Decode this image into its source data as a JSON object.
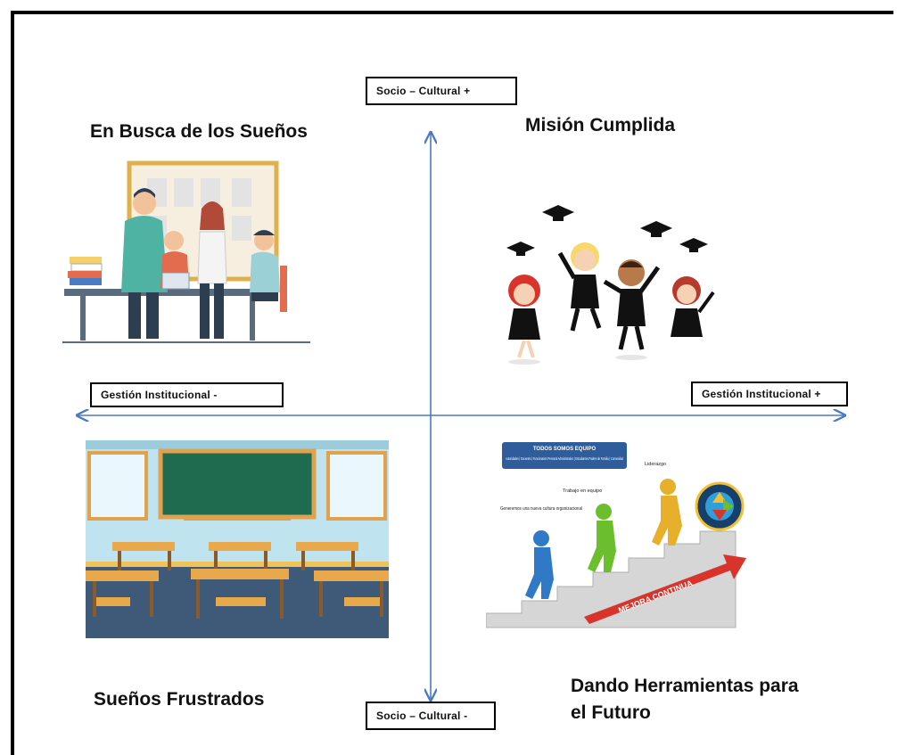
{
  "axes": {
    "top": "Socio – Cultural +",
    "bottom": "Socio – Cultural -",
    "left": "Gestión Institucional -",
    "right": "Gestión Institucional +"
  },
  "quadrants": {
    "top_left": "En Busca de los Sueños",
    "top_right": "Misión Cumplida",
    "bottom_left": "Sueños Frustrados",
    "bottom_right_line1": "Dando Herramientas para",
    "bottom_right_line2": "el Futuro"
  },
  "illustrations": {
    "team_meeting": "team-meeting-illustration",
    "graduates": "graduates-illustration",
    "classroom": "empty-classroom-illustration",
    "stairs": "improvement-stairs-illustration",
    "stairs_banner_title": "TODOS SOMOS EQUIPO",
    "stairs_banner_text": "Autoridades | Docentes | Funcionarios Personal Administrativo | Estudiantes Padres de Familia | Comunidad",
    "stairs_label_1": "Generemos una nueva cultura organizacional",
    "stairs_label_2": "Trabajo en equipo",
    "stairs_label_3": "Liderazgo",
    "stairs_arrow_text": "MEJORA CONTINUA"
  },
  "colors": {
    "axis": "#4a78c4",
    "frame": "#000000"
  }
}
